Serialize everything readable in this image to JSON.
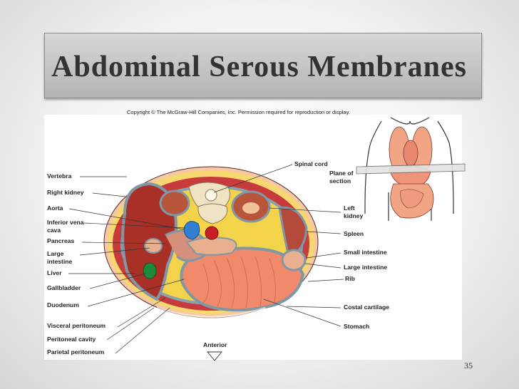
{
  "slide": {
    "title": "Abdominal Serous Membranes",
    "copyright": "Copyright © The McGraw-Hill Companies, Inc. Permission required for reproduction or display.",
    "page_number": "35"
  },
  "labels": {
    "vertebra": "Vertebra",
    "right_kidney": "Right kidney",
    "aorta": "Aorta",
    "inferior_vena_cava": "Inferior vena cava",
    "pancreas": "Pancreas",
    "large_intestine_left": "Large intestine",
    "liver": "Liver",
    "gallbladder": "Gallbladder",
    "duodenum": "Duodenum",
    "visceral_peritoneum": "Visceral peritoneum",
    "peritoneal_cavity": "Peritoneal cavity",
    "parietal_peritoneum": "Parietal peritoneum",
    "anterior": "Anterior",
    "spinal_cord": "Spinal cord",
    "plane_of_section": "Plane of section",
    "left_kidney": "Left kidney",
    "spleen": "Spleen",
    "small_intestine": "Small intestine",
    "large_intestine_right": "Large intestine",
    "rib": "Rib",
    "costal_cartilage": "Costal cartilage",
    "stomach": "Stomach"
  },
  "colors": {
    "title_text": "#333333",
    "body_wall": "#c73b3c",
    "liver": "#a93026",
    "fat": "#f3d34a",
    "membrane": "#7f97a6",
    "stomach": "#f08a6a",
    "bone": "#efe3c4",
    "kidney": "#b8563c",
    "gallbladder": "#1d8a3a",
    "vena_cava": "#2f7fd2",
    "aorta": "#c81f26"
  }
}
